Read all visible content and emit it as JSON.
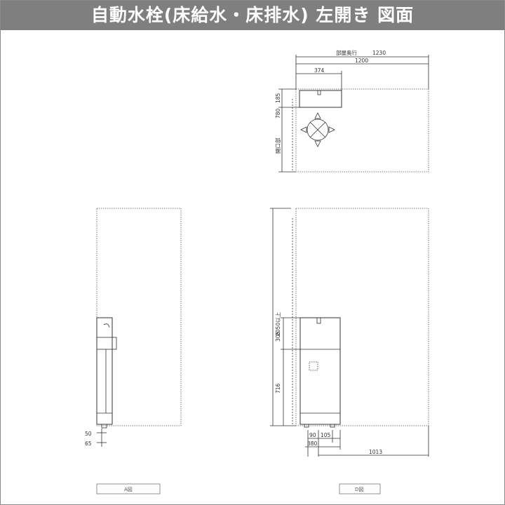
{
  "header": {
    "title": "自動水栓(床給水・床排水) 左開き 図面"
  },
  "colors": {
    "title_bar": "#7f7f7f",
    "line": "#333333",
    "dashed": "#555555"
  },
  "plan_view": {
    "room_depth_label": "部屋奥行",
    "room_depth_value": "1230",
    "width_1200": "1200",
    "offset_374": "374",
    "depth_185": "185",
    "opening_label": "開口部",
    "opening_780": "780"
  },
  "front_view": {
    "height_label": "2050以上",
    "dim_306": "306",
    "dim_716": "716",
    "dim_90": "90",
    "dim_105": "105",
    "dim_380": "380",
    "dim_1013": "1013",
    "caption": "D図"
  },
  "side_view": {
    "dim_50": "50",
    "dim_65": "65",
    "caption": "A図"
  }
}
